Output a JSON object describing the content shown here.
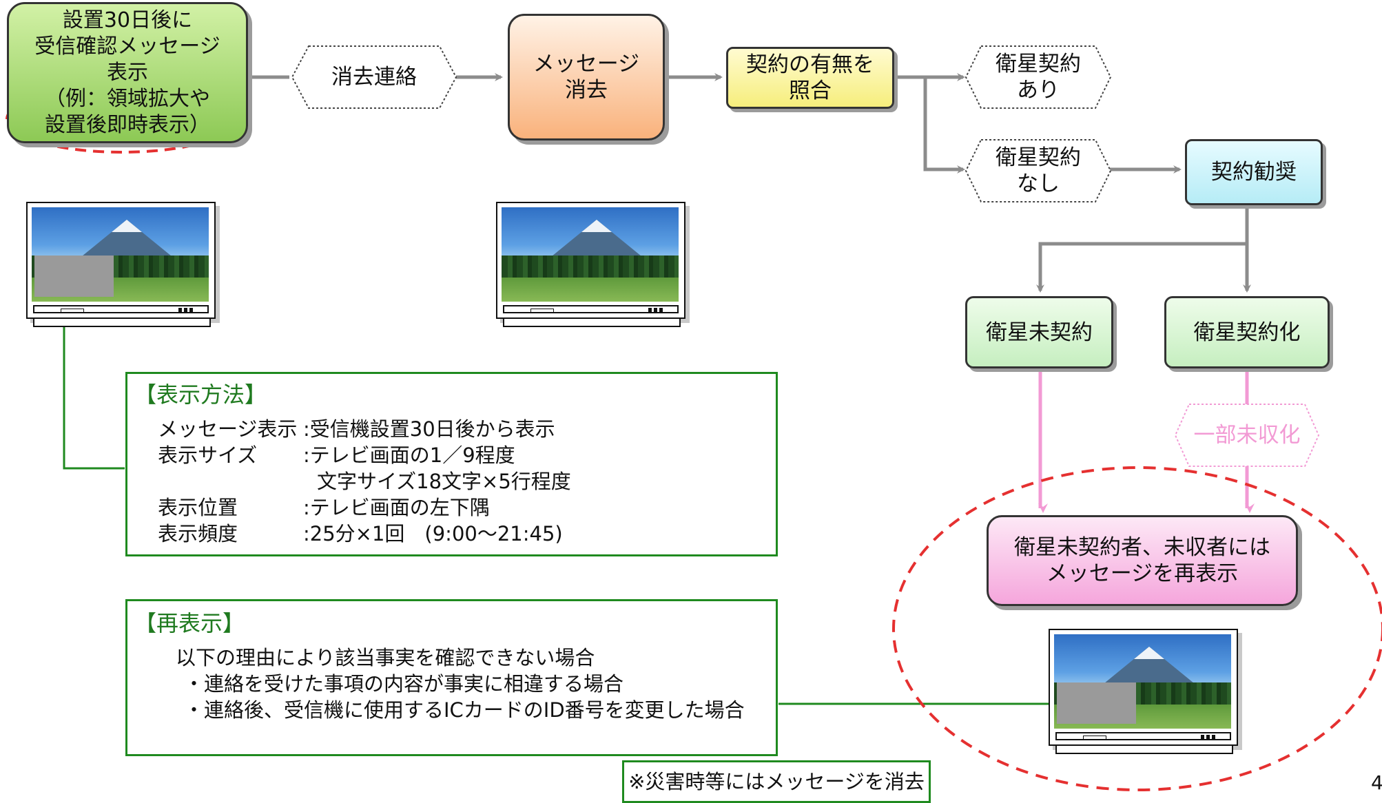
{
  "colors": {
    "arrow_gray": "#8c8c8c",
    "line_green": "#1f8a1f",
    "pink": "#f29ad4",
    "red_dash": "#e53030",
    "box_green_text": "#1f7a1f"
  },
  "nodes": {
    "start": "設置30日後に\n受信確認メッセージ\n表示\n（例：領域拡大や\n設置後即時表示）",
    "notify": "消去連絡",
    "delete": "メッセージ\n消去",
    "check": "契約の有無を\n照合",
    "yes": "衛星契約\nあり",
    "no": "衛星契約\nなし",
    "recommend": "契約勧奨",
    "uncontracted": "衛星未契約",
    "contracted": "衛星契約化",
    "partial": "一部未収化",
    "redisplay": "衛星未契約者、未収者には\nメッセージを再表示"
  },
  "method_box": {
    "heading": "【表示方法】",
    "rows": [
      {
        "label": "メッセージ表示",
        "value": ":受信機設置30日後から表示"
      },
      {
        "label": "表示サイズ",
        "value": ":テレビ画面の1／9程度"
      },
      {
        "label": "",
        "value": "文字サイズ18文字×5行程度"
      },
      {
        "label": "表示位置",
        "value": ":テレビ画面の左下隅"
      },
      {
        "label": "表示頻度",
        "value": ":25分×1回　(9:00〜21:45)"
      }
    ]
  },
  "redisplay_box": {
    "heading": "【再表示】",
    "lines": [
      "以下の理由により該当事実を確認できない場合",
      "・連絡を受けた事項の内容が事実に相違する場合",
      "・連絡後、受信機に使用するICカードのID番号を変更した場合"
    ]
  },
  "note": "※災害時等にはメッセージを消去",
  "page_number": "4"
}
